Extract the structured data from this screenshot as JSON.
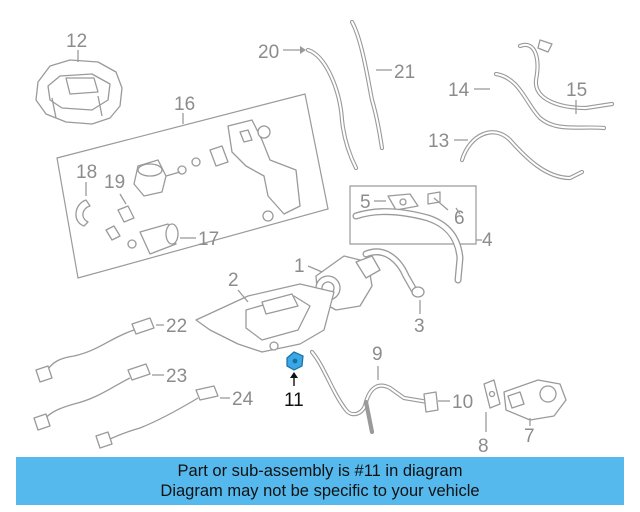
{
  "diagram": {
    "callouts": {
      "c1": "1",
      "c2": "2",
      "c3": "3",
      "c4": "4",
      "c5": "5",
      "c6": "6",
      "c7": "7",
      "c8": "8",
      "c9": "9",
      "c10": "10",
      "c11": "11",
      "c12": "12",
      "c13": "13",
      "c14": "14",
      "c15": "15",
      "c16": "16",
      "c17": "17",
      "c18": "18",
      "c19": "19",
      "c20": "20",
      "c21": "21",
      "c22": "22",
      "c23": "23",
      "c24": "24"
    },
    "highlighted_part": "11",
    "colors": {
      "highlight": "#3aa7e6",
      "line": "#9a9a9a",
      "banner": "#55b9ee"
    }
  },
  "banner": {
    "line1": "Part or sub-assembly is #11 in diagram",
    "line2": "Diagram may not be specific to your vehicle"
  }
}
